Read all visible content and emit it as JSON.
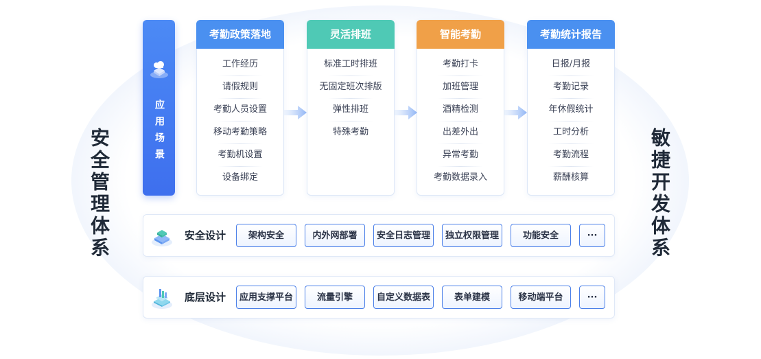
{
  "side_left": "安全管理体系",
  "side_right": "敏捷开发体系",
  "scene": "应用场景",
  "columns": [
    {
      "title": "考勤政策落地",
      "color": "#4a90f0",
      "items": [
        "工作经历",
        "请假规则",
        "考勤人员设置",
        "移动考勤策略",
        "考勤机设置",
        "设备绑定"
      ]
    },
    {
      "title": "灵活排班",
      "color": "#4fc9b5",
      "items": [
        "标准工时排班",
        "无固定班次排版",
        "弹性排班",
        "特殊考勤"
      ]
    },
    {
      "title": "智能考勤",
      "color": "#f0a048",
      "items": [
        "考勤打卡",
        "加班管理",
        "酒精检测",
        "出差外出",
        "异常考勤",
        "考勤数据录入"
      ]
    },
    {
      "title": "考勤统计报告",
      "color": "#4a90f0",
      "items": [
        "日报/月报",
        "考勤记录",
        "年休假统计",
        "工时分析",
        "考勤流程",
        "薪酬核算"
      ]
    }
  ],
  "rows": [
    {
      "label": "安全设计",
      "icon": "shield-cube-icon",
      "chips": [
        "架构安全",
        "内外网部署",
        "安全日志管理",
        "独立权限管理",
        "功能安全",
        "···"
      ]
    },
    {
      "label": "底层设计",
      "icon": "layers-server-icon",
      "chips": [
        "应用支撑平台",
        "流量引擎",
        "自定义数据表",
        "表单建模",
        "移动端平台",
        "···"
      ]
    }
  ]
}
